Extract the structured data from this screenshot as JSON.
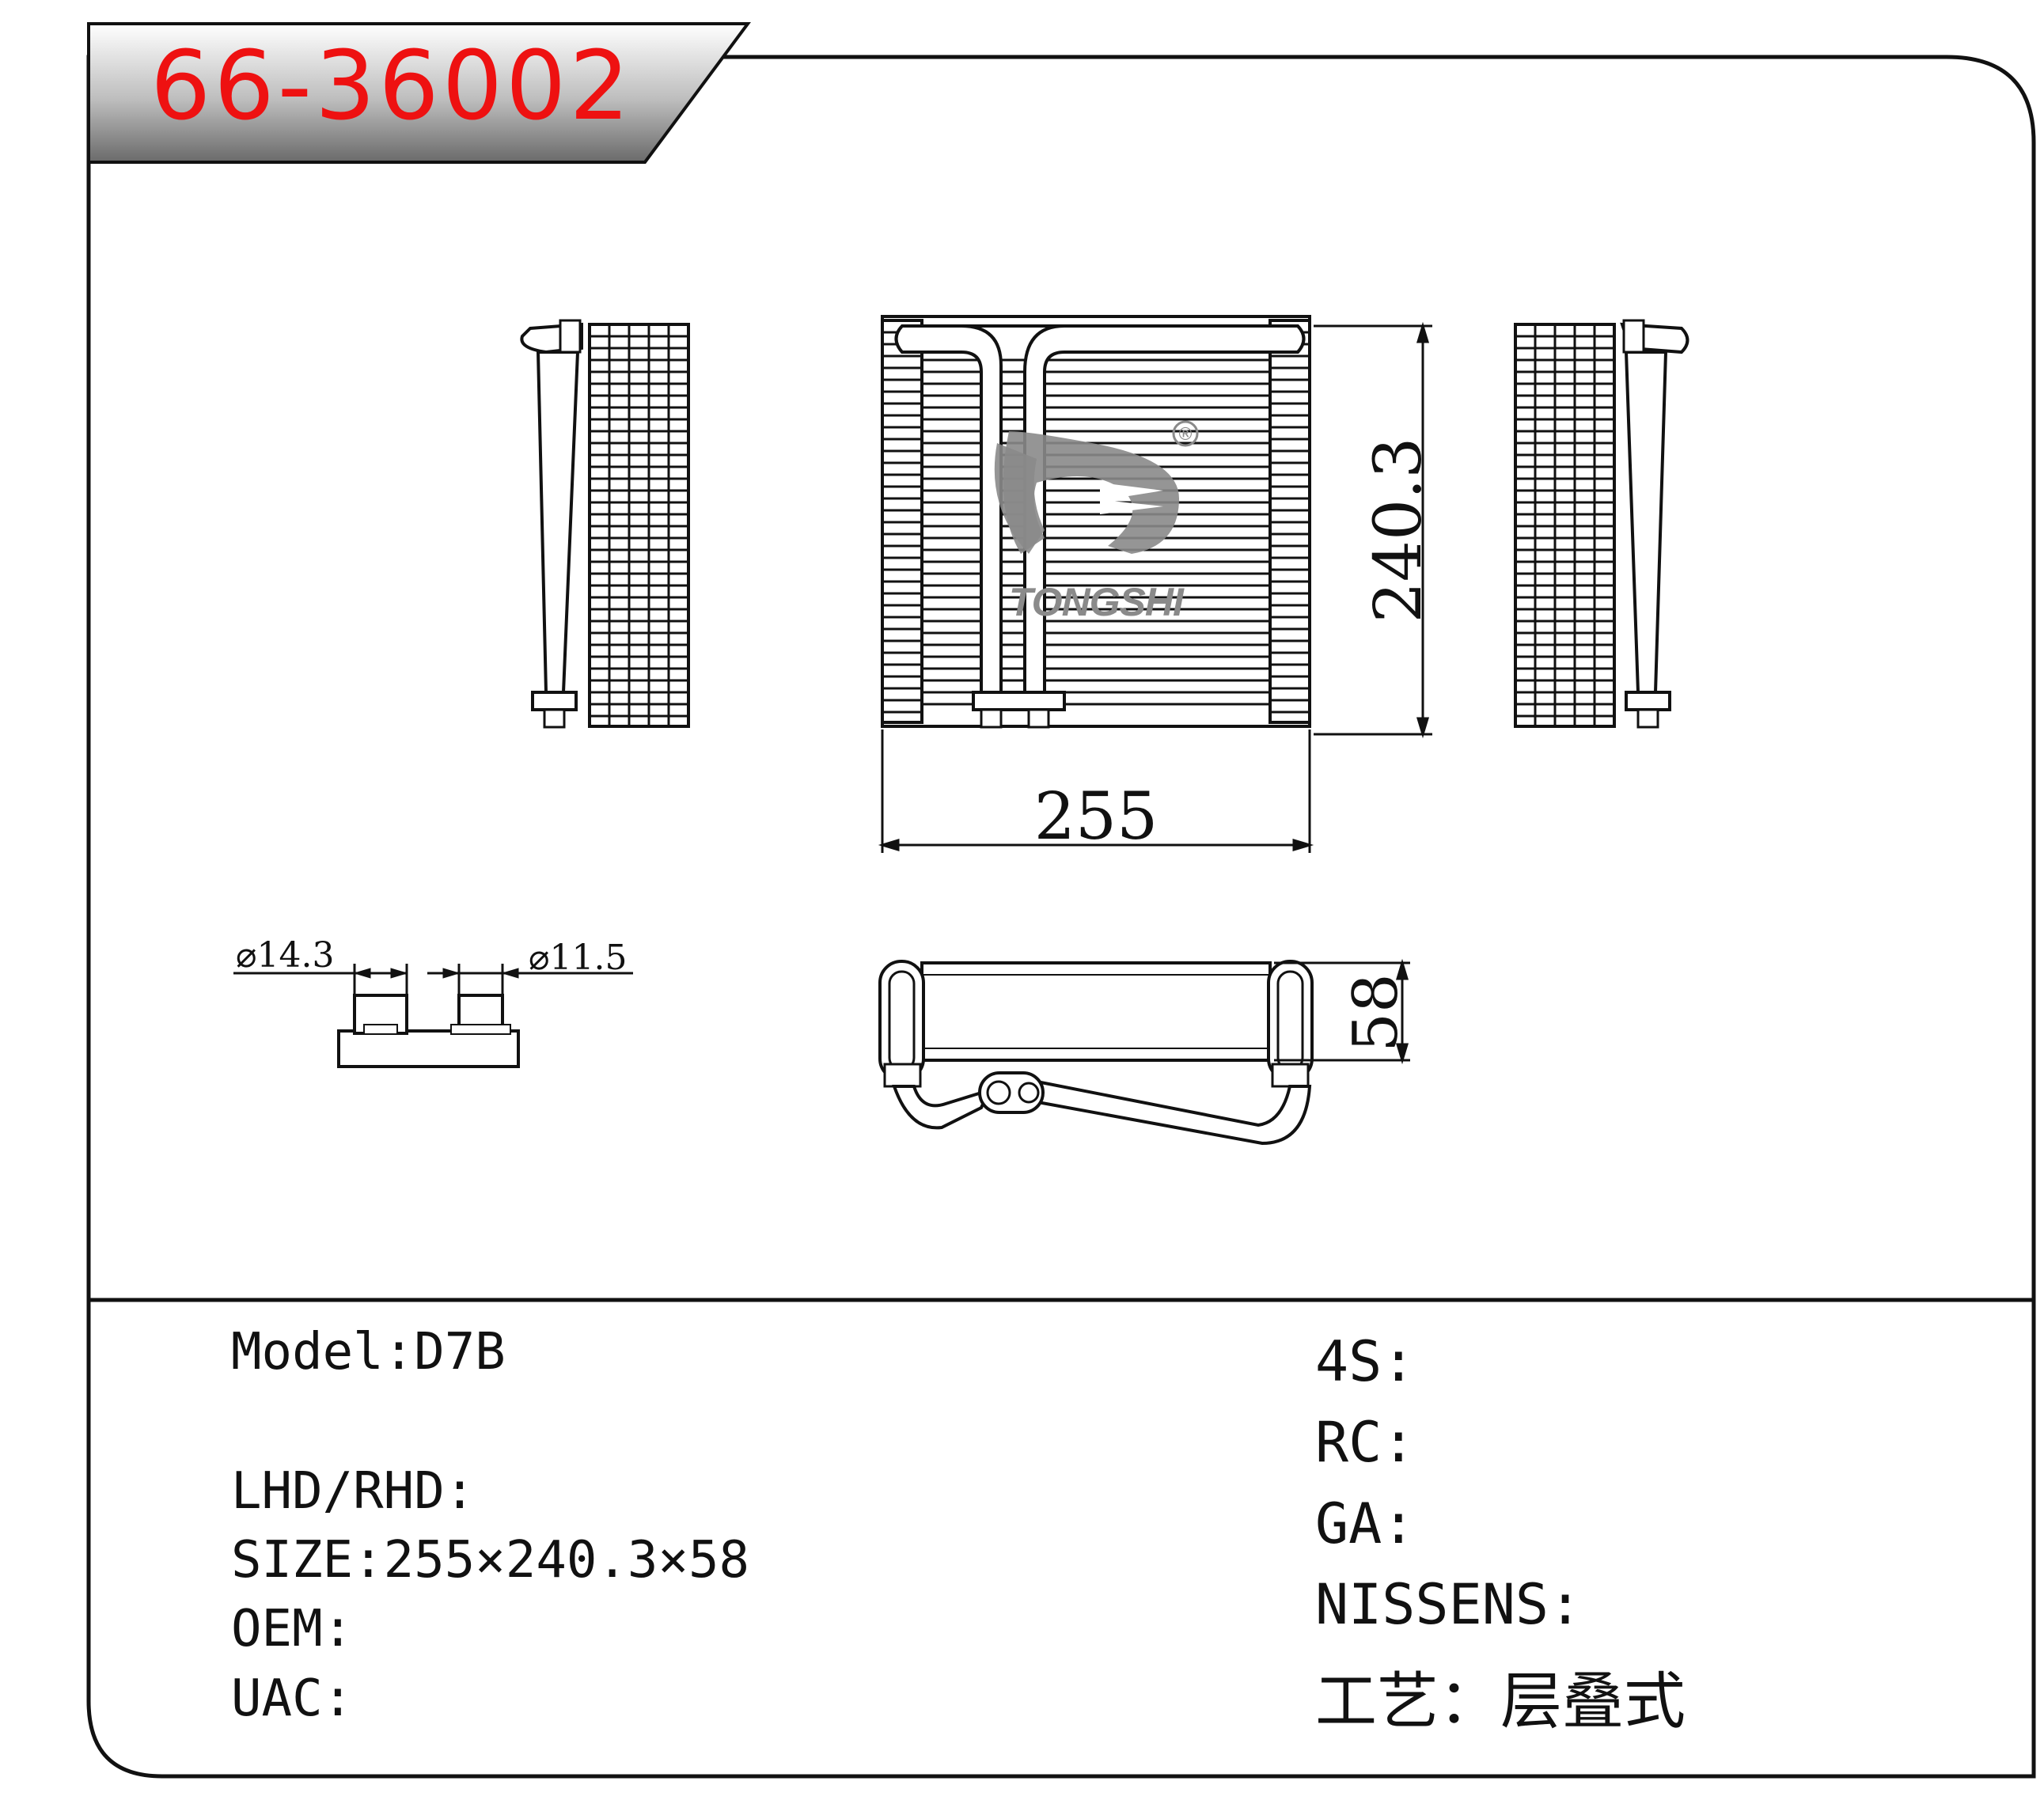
{
  "header": {
    "part_number": "66-36002"
  },
  "logo": {
    "brand": "TONGSHI",
    "registered_mark": "®"
  },
  "dimensions": {
    "height_label": "240.3",
    "width_label": "255",
    "depth_label": "58",
    "inlet_label": "⌀14.3",
    "outlet_label": "⌀11.5"
  },
  "specs_left": [
    {
      "key": "Model",
      "sep": ":",
      "value": "D7B"
    },
    {
      "key": "LHD/RHD",
      "sep": ":",
      "value": ""
    },
    {
      "key": "SIZE",
      "sep": ":",
      "value": "255×240.3×58"
    },
    {
      "key": "OEM",
      "sep": ":",
      "value": ""
    },
    {
      "key": "UAC",
      "sep": ":",
      "value": ""
    }
  ],
  "specs_right": [
    {
      "key": "4S",
      "sep": ":",
      "value": ""
    },
    {
      "key": "RC",
      "sep": ":",
      "value": ""
    },
    {
      "key": "GA",
      "sep": ":",
      "value": ""
    },
    {
      "key": "NISSENS",
      "sep": ":",
      "value": ""
    },
    {
      "key": "工艺",
      "sep": "：",
      "value": "层叠式"
    }
  ],
  "colors": {
    "title_red": "#ee1111",
    "line": "#111111",
    "logo_gray": "#8a8a8a"
  }
}
